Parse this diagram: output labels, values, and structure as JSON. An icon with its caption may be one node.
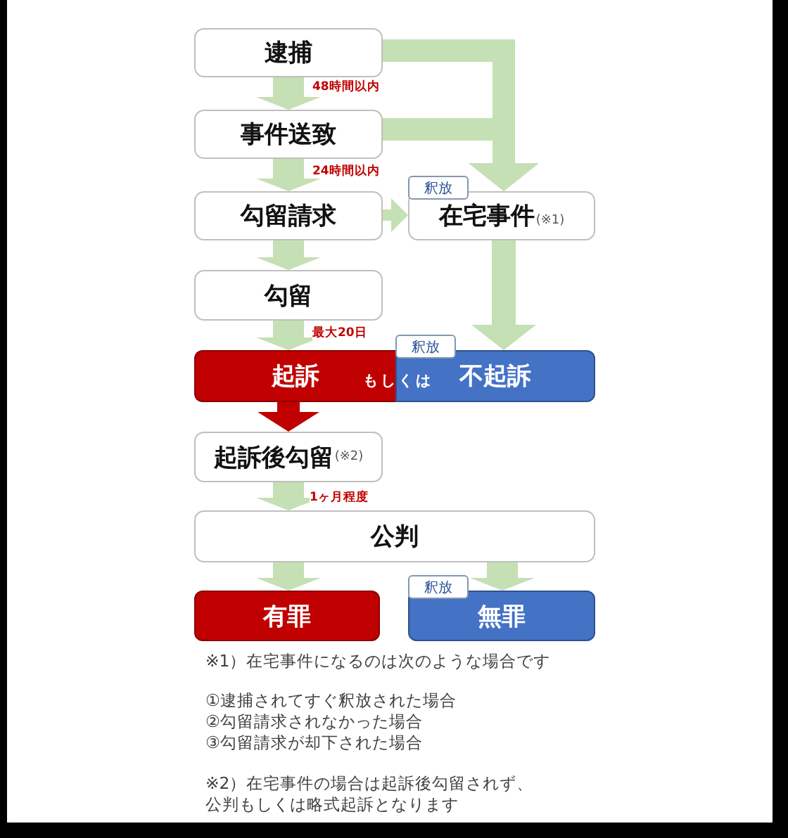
{
  "diagram": {
    "nodes": [
      {
        "text": [
          "逮捕"
        ]
      },
      {
        "text": [
          "事件送致"
        ]
      },
      {
        "text": [
          "勾留請求"
        ]
      },
      {
        "text": [
          "釈放",
          "在宅事件",
          "(※1)"
        ]
      },
      {
        "text": [
          "勾留"
        ]
      },
      {
        "text": [
          "起訴"
        ]
      },
      {
        "text": [
          "釈放",
          "不起訴"
        ]
      },
      {
        "text": [
          "起訴後勾留",
          "(※2)"
        ]
      },
      {
        "text": [
          "公判"
        ]
      },
      {
        "text": [
          "有罪"
        ]
      },
      {
        "text": [
          "釈放",
          "無罪"
        ]
      }
    ],
    "edges": [
      {
        "from": 0,
        "to": 1,
        "arrow": "to",
        "label": "48時間以内"
      },
      {
        "from": 0,
        "to": 3,
        "arrow": "to"
      },
      {
        "from": 1,
        "to": 2,
        "arrow": "to",
        "label": "24時間以内"
      },
      {
        "from": 1,
        "to": 3,
        "arrow": "to"
      },
      {
        "from": 2,
        "to": 3,
        "arrow": "to"
      },
      {
        "from": 2,
        "to": 4,
        "arrow": "to"
      },
      {
        "from": 3,
        "to": 6,
        "arrow": "to"
      },
      {
        "from": 4,
        "to": 5,
        "arrow": "to",
        "label": "最大20日"
      },
      {
        "from": 5,
        "to": 7,
        "arrow": "to",
        "color": "#c00000"
      },
      {
        "from": 7,
        "to": 8,
        "arrow": "to",
        "label": "1ヶ月程度"
      },
      {
        "from": 8,
        "to": 9,
        "arrow": "to"
      },
      {
        "from": 8,
        "to": 10,
        "arrow": "to"
      }
    ],
    "labels": [
      "もしくは",
      "※1）在宅事件になるのは次のような場合です",
      "①逮捕されてすぐ釈放された場合",
      "②勾留請求されなかった場合",
      "③勾留請求が却下された場合",
      "※2）在宅事件の場合は起訴後勾留されず、公判もしくは略式起訴となります"
    ]
  }
}
